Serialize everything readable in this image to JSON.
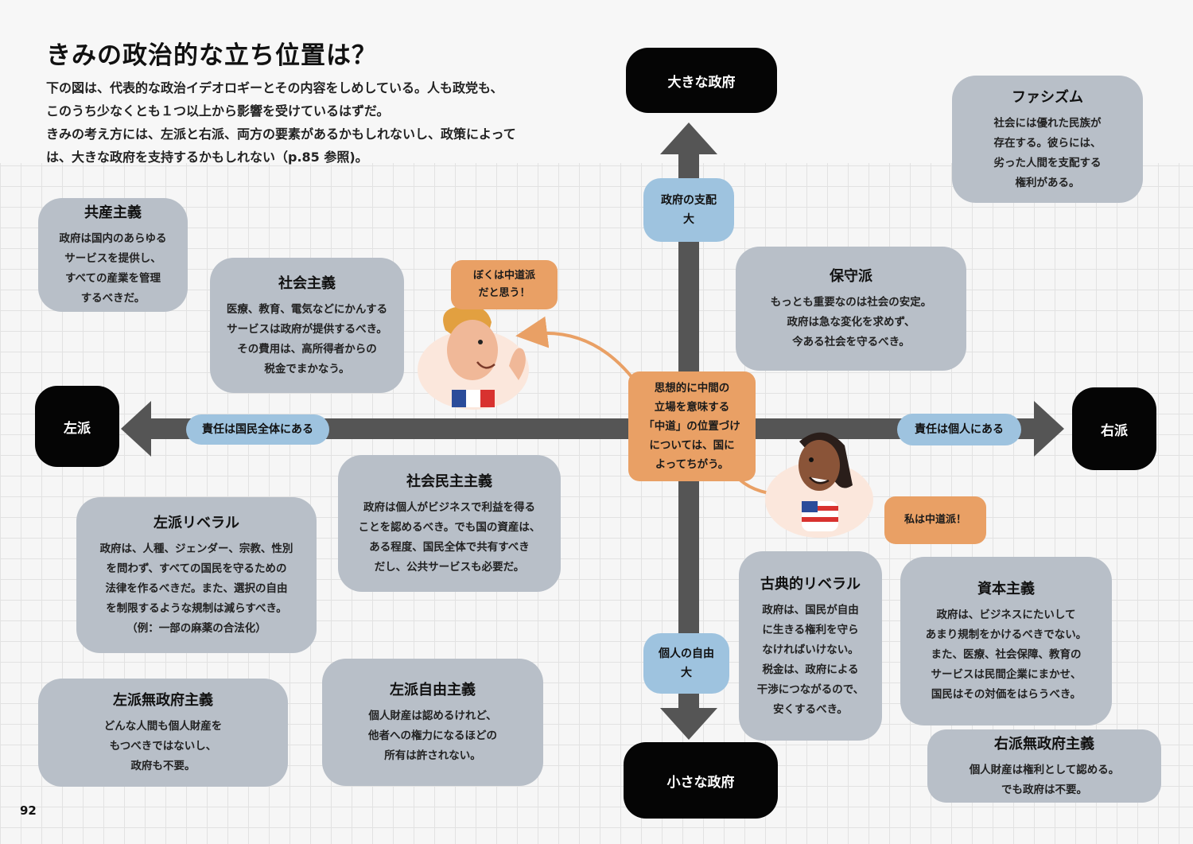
{
  "page": {
    "title": "きみの政治的な立ち位置は？",
    "intro": [
      "下の図は、代表的な政治イデオロギーとその内容をしめしている。人も政党も、",
      "このうち少なくとも１つ以上から影響を受けているはずだ。",
      "きみの考え方には、左派と右派、両方の要素があるかもしれないし、政策によって",
      "は、大きな政府を支持するかもしれない（p.85 参照)。"
    ],
    "page_number": "92"
  },
  "axes": {
    "top": "大きな政府",
    "bottom": "小さな政府",
    "left": "左派",
    "right": "右派",
    "top_pill": {
      "line1": "政府の支配",
      "line2": "大"
    },
    "bottom_pill": {
      "line1": "個人の自由",
      "line2": "大"
    },
    "left_pill": "責任は国民全体にある",
    "right_pill": "責任は個人にある"
  },
  "center": {
    "text": "思想的に中間の\n立場を意味する\n「中道」の位置づけ\nについては、国に\nよってちがう。"
  },
  "bubbles": {
    "man": "ぼくは中道派\nだと思う！",
    "woman": "私は中道派！"
  },
  "ideologies": [
    {
      "title": "共産主義",
      "body": "政府は国内のあらゆる\nサービスを提供し、\nすべての産業を管理\nするべきだ。"
    },
    {
      "title": "社会主義",
      "body": "医療、教育、電気などにかんする\nサービスは政府が提供するべき。\nその費用は、高所得者からの\n税金でまかなう。"
    },
    {
      "title": "ファシズム",
      "body": "社会には優れた民族が\n存在する。彼らには、\n劣った人間を支配する\n権利がある。"
    },
    {
      "title": "保守派",
      "body": "もっとも重要なのは社会の安定。\n政府は急な変化を求めず、\n今ある社会を守るべき。"
    },
    {
      "title": "社会民主主義",
      "body": "政府は個人がビジネスで利益を得る\nことを認めるべき。でも国の資産は、\nある程度、国民全体で共有すべき\nだし、公共サービスも必要だ。"
    },
    {
      "title": "左派リベラル",
      "body": "政府は、人種、ジェンダー、宗教、性別\nを問わず、すべての国民を守るための\n法律を作るべきだ。また、選択の自由\nを制限するような規制は減らすべき。\n（例：一部の麻薬の合法化）"
    },
    {
      "title": "左派無政府主義",
      "body": "どんな人間も個人財産を\nもつべきではないし、\n政府も不要。"
    },
    {
      "title": "左派自由主義",
      "body": "個人財産は認めるけれど、\n他者への権力になるほどの\n所有は許されない。"
    },
    {
      "title": "古典的リベラル",
      "body": "政府は、国民が自由\nに生きる権利を守ら\nなければいけない。\n税金は、政府による\n干渉につながるので、\n安くするべき。"
    },
    {
      "title": "資本主義",
      "body": "政府は、ビジネスにたいして\nあまり規制をかけるべきでない。\nまた、医療、社会保障、教育の\nサービスは民間企業にまかせ、\n国民はその対価をはらうべき。"
    },
    {
      "title": "右派無政府主義",
      "body": "個人財産は権利として認める。\nでも政府は不要。"
    }
  ],
  "colors": {
    "box": "#b8bfc8",
    "pill": "#9ec3df",
    "center": "#e9a065",
    "axis": "#555555",
    "pole": "#050505"
  }
}
